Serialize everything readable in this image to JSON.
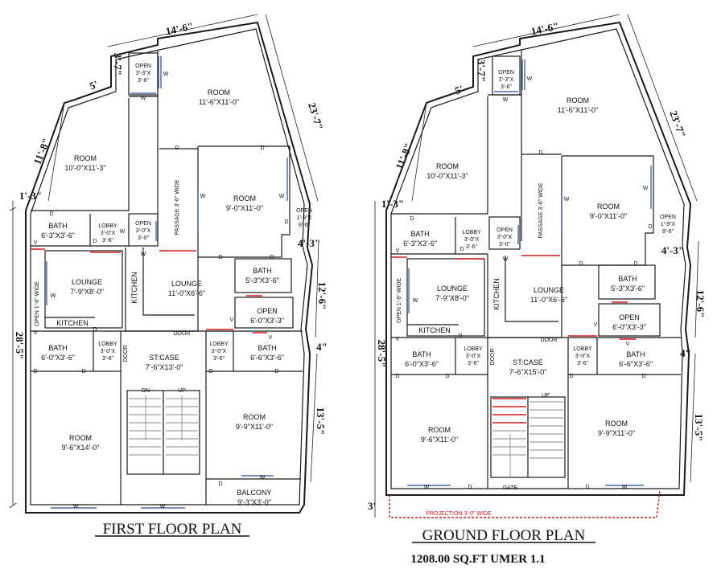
{
  "first_floor": {
    "title": "FIRST FLOOR PLAN",
    "dims": {
      "top": "14'-6\"",
      "diag": "23'-7\"",
      "left_a": "11'-8\"",
      "left_b": "1'-3\"",
      "notch_a": "5'",
      "notch_b": "3'-7\"",
      "right_a": "12'-6\"",
      "right_b": "4'-3\"",
      "right_c": "13'-5\"",
      "right_d": "4\"",
      "left_total": "28'-5\""
    },
    "rooms": {
      "room_big_top": {
        "name": "ROOM",
        "size": "11'-6\"X11'-0\""
      },
      "room_left": {
        "name": "ROOM",
        "size": "10'-0\"X11'-3\""
      },
      "room_mid": {
        "name": "ROOM",
        "size": "9'-0\"X11'-0\""
      },
      "open_top": {
        "name": "OPEN",
        "size1": "3'-3\"X",
        "size2": "3'-6\""
      },
      "open_mid": {
        "name": "OPEN",
        "size1": "3'-0\"X",
        "size2": "3'-0\""
      },
      "open_right": {
        "name": "OPEN",
        "size1": "1'-9\"X",
        "size2": "8'-6\""
      },
      "passage": "PASSAGE 3'-6\" WIDE",
      "bath1": {
        "name": "BATH",
        "size": "6'-3\"X3'-6\""
      },
      "lobby1": {
        "name": "LOBBY",
        "size1": "3'-0\"X",
        "size2": "3'-6\""
      },
      "bath2": {
        "name": "BATH",
        "size": "5'-3\"X3'-6\""
      },
      "lounge1": {
        "name": "LOUNGE",
        "size": "7'-9\"X8'-0\""
      },
      "open_wide": "OPEN 1'-6\" WIDE",
      "kitchen1": "KITCHEN",
      "kitchen2": "KITCHEN",
      "lounge2": {
        "name": "LOUNGE",
        "size": "11'-0\"X6'-6\""
      },
      "open_small": {
        "name": "OPEN",
        "size": "6'-0\"X3'-3\""
      },
      "bath3": {
        "name": "BATH",
        "size": "6'-0\"X3'-6\""
      },
      "lobby2": {
        "name": "LOBBY",
        "size1": "3'-0\"X",
        "size2": "3'-6\""
      },
      "door_v": "DOOR",
      "stcase": {
        "name": "ST:CASE",
        "size": "7'-6\"X13'-0\""
      },
      "lobby3": {
        "name": "LOBBY",
        "size1": "3'-0\"X",
        "size2": "3'-6\""
      },
      "bath4": {
        "name": "BATH",
        "size": "6'-6\"X3'-6\""
      },
      "door_h": "DOOR",
      "room_bl": {
        "name": "ROOM",
        "size": "9'-6\"X14'-0\""
      },
      "room_br": {
        "name": "ROOM",
        "size": "9'-9\"X11'-0\""
      },
      "balcony": {
        "name": "BALCONY",
        "size": "9'-3\"X3'-0\""
      },
      "dn": "DN",
      "up": "UP"
    }
  },
  "ground_floor": {
    "title": "GROUND FLOOR PLAN",
    "subtitle": "1208.00 SQ.FT UMER 1.1",
    "projection": "PROJECTION 3'-0\" WIDE",
    "dims": {
      "top": "14'-6\"",
      "diag": "23'-7\"",
      "left_a": "11'-8\"",
      "left_b": "1'-3\"",
      "notch_a": "5'",
      "notch_b": "3'-7\"",
      "right_a": "12'-6\"",
      "right_b": "4'-3\"",
      "right_c": "13'-5\"",
      "right_d": "4\"",
      "left_total": "28'-5\"",
      "proj": "3'"
    },
    "rooms": {
      "room_big_top": {
        "name": "ROOM",
        "size": "11'-6\"X11'-0\""
      },
      "room_left": {
        "name": "ROOM",
        "size": "10'-0\"X11'-3\""
      },
      "room_mid": {
        "name": "ROOM",
        "size": "9'-0\"X11'-0\""
      },
      "open_top": {
        "name": "OPEN",
        "size1": "3'-3\"X",
        "size2": "3'-6\""
      },
      "open_mid": {
        "name": "OPEN",
        "size1": "3'-0\"X",
        "size2": "3'-0\""
      },
      "open_right": {
        "name": "OPEN",
        "size1": "1'-9\"X",
        "size2": "8'-6\""
      },
      "passage": "PASSAGE 3'-6\" WIDE",
      "bath1": {
        "name": "BATH",
        "size": "6'-3\"X3'-6\""
      },
      "lobby1": {
        "name": "LOBBY",
        "size1": "3'-0\"X",
        "size2": "3'-6\""
      },
      "bath2": {
        "name": "BATH",
        "size": "5'-3\"X3'-6\""
      },
      "lounge1": {
        "name": "LOUNGE",
        "size": "7'-9\"X8'-0\""
      },
      "open_wide": "OPEN 1'-6\" WIDE",
      "kitchen1": "KITCHEN",
      "kitchen2": "KITCHEN",
      "lounge2": {
        "name": "LOUNGE",
        "size": "11'-0\"X6'-6\""
      },
      "open_small": {
        "name": "OPEN",
        "size": "6'-0\"X3'-3\""
      },
      "bath3": {
        "name": "BATH",
        "size": "6'-0\"X3'-6\""
      },
      "lobby2": {
        "name": "LOBBY",
        "size1": "3'-0\"X",
        "size2": "3'-6\""
      },
      "door_v": "DOOR",
      "stcase": {
        "name": "ST:CASE",
        "size": "7'-6\"X15'-0\""
      },
      "lobby3": {
        "name": "LOBBY",
        "size1": "3'-0\"X",
        "size2": "3'-6\""
      },
      "bath4": {
        "name": "BATH",
        "size": "6'-6\"X3'-6\""
      },
      "door_h": "DOOR",
      "room_bl": {
        "name": "ROOM",
        "size": "9'-6\"X11'-0\""
      },
      "room_br": {
        "name": "ROOM",
        "size": "9'-9\"X11'-0\""
      },
      "gate": "GATE",
      "up": "UP"
    }
  },
  "marks": {
    "d": "D",
    "w": "W",
    "v": "V"
  }
}
